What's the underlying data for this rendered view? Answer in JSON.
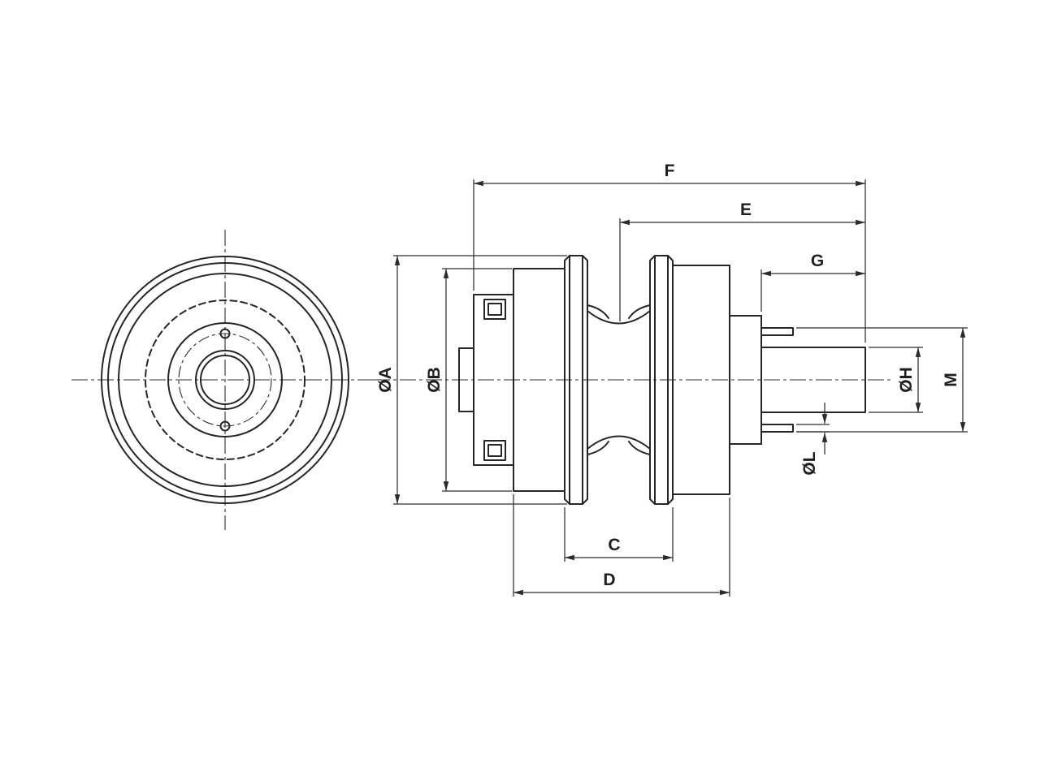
{
  "colors": {
    "background": "#ffffff",
    "line": "#262626",
    "text": "#1f1f1f"
  },
  "drawing": {
    "labels": {
      "f": "F",
      "e": "E",
      "g": "G",
      "dia_a": "ØA",
      "dia_b": "ØB",
      "dia_h": "ØH",
      "m": "M",
      "dia_l": "ØL",
      "c": "C",
      "d": "D"
    }
  }
}
